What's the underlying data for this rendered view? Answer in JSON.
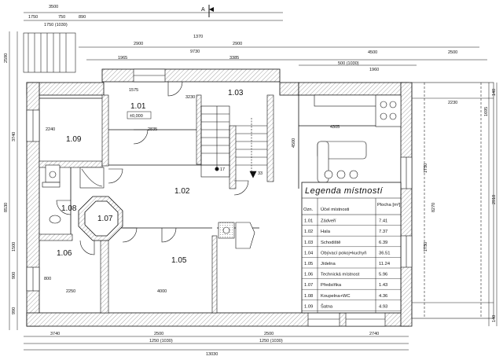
{
  "section_marker": "A",
  "rooms": [
    {
      "id": "1.01",
      "level": "±0,000"
    },
    {
      "id": "1.02"
    },
    {
      "id": "1.03"
    },
    {
      "id": "1.05"
    },
    {
      "id": "1.06"
    },
    {
      "id": "1.07"
    },
    {
      "id": "1.08"
    },
    {
      "id": "1.09"
    }
  ],
  "dims_top": [
    "3500",
    "1750",
    "750",
    "890",
    "1750 (1030)",
    "2900",
    "1370",
    "2900",
    "9730",
    "1965",
    "3385",
    "4500",
    "2500",
    "500 (1030)",
    "1960",
    "4305",
    "2230",
    "3230",
    "1575",
    "2835",
    "2240"
  ],
  "dims_bottom": [
    "3740",
    "2500",
    "2500",
    "2740",
    "1250 (1030)",
    "1250 (1030)",
    "13030",
    "2250",
    "4000",
    "800"
  ],
  "dims_left": [
    "2590",
    "3740",
    "8530",
    "990",
    "1500",
    "900"
  ],
  "dims_right": [
    "140",
    "1695",
    "1750",
    "8270",
    "2910",
    "1750",
    "140",
    "4500"
  ],
  "legend": {
    "title": "Legenda místností",
    "headers": [
      "Ozn.",
      "Účel místnosti",
      "Plocha [m²]"
    ],
    "rows": [
      [
        "1.01",
        "Zádveří",
        "7.41"
      ],
      [
        "1.02",
        "Hala",
        "7.37"
      ],
      [
        "1.03",
        "Schodiště",
        "6.39"
      ],
      [
        "1.04",
        "Obývací pokoj+kuchyň",
        "36.51"
      ],
      [
        "1.05",
        "Jídelna",
        "11.24"
      ],
      [
        "1.06",
        "Technická místnost",
        "5.96"
      ],
      [
        "1.07",
        "Předsíňka",
        "1.43"
      ],
      [
        "1.08",
        "Koupelna+WC",
        "4.36"
      ],
      [
        "1.09",
        "Šatna",
        "4.93"
      ]
    ]
  },
  "stair_labels": [
    "17",
    "33"
  ],
  "colors": {
    "line": "#111111",
    "wall_hatch": "#555555",
    "paper": "#ffffff"
  }
}
